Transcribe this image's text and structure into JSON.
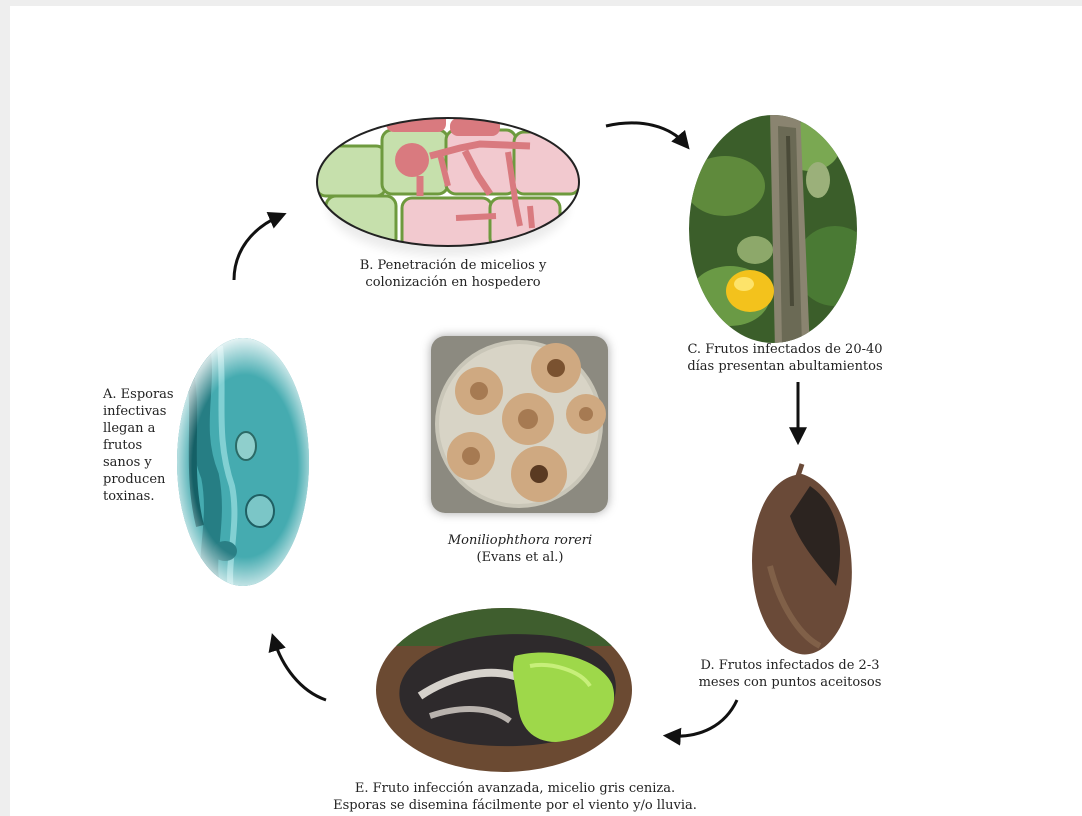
{
  "stages": {
    "a": {
      "lines": [
        "A. Esporas",
        "infectivas",
        "llegan a",
        "frutos",
        "sanos y",
        "producen",
        "toxinas."
      ]
    },
    "b": {
      "lines": [
        "B. Penetración de micelios y",
        "colonización en hospedero"
      ]
    },
    "c": {
      "lines": [
        "C. Frutos infectados de 20-40",
        "días presentan abultamientos"
      ]
    },
    "d": {
      "lines": [
        "D. Frutos infectados de 2-3",
        "meses con puntos aceitosos"
      ]
    },
    "e": {
      "lines": [
        "E. Fruto infección avanzada, micelio gris ceniza.",
        "Esporas se disemina fácilmente por el viento y/o lluvia."
      ]
    }
  },
  "center": {
    "species": "Moniliophthora roreri",
    "citation": "(Evans et al.)"
  },
  "colors": {
    "plant_cell": "#c6e0ac",
    "plant_cell_border": "#6e9a3e",
    "infected_cell": "#f2c9cf",
    "hypha": "#d97a7f",
    "microscopy": "#3fa2a8",
    "lesion_green": "#9ed84a",
    "pod_dark": "#3a2a26",
    "arrow": "#111111"
  }
}
